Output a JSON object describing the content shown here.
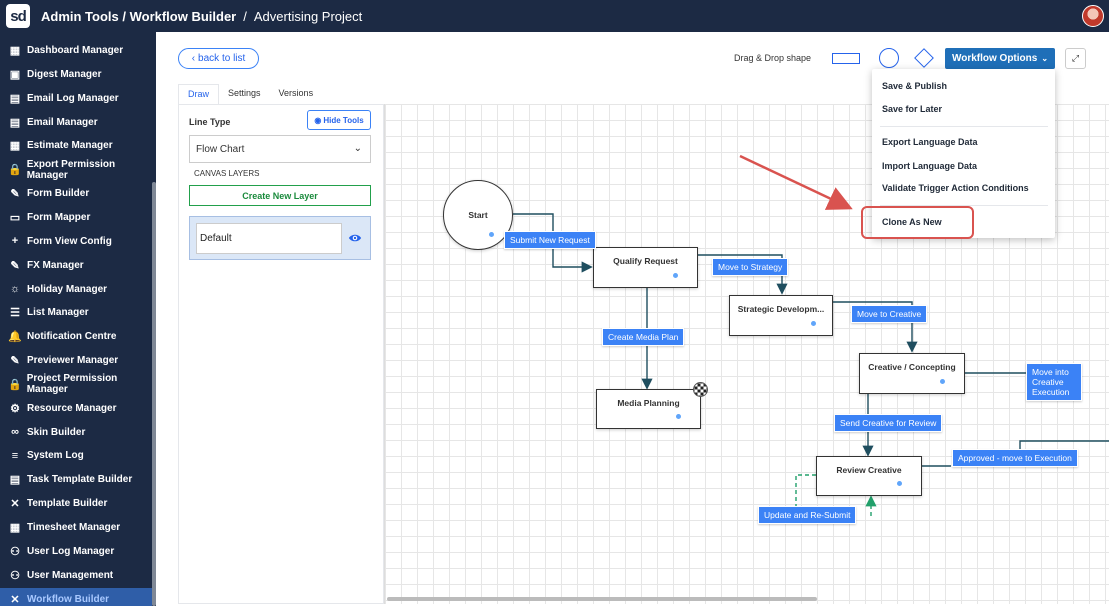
{
  "header": {
    "logo_text": "sd",
    "breadcrumb": "Admin Tools / Workflow Builder",
    "separator": "/",
    "project": "Advertising Project"
  },
  "sidebar": {
    "items": [
      {
        "label": "Dashboard Manager",
        "icon": "dashboard-icon"
      },
      {
        "label": "Digest Manager",
        "icon": "digest-icon"
      },
      {
        "label": "Email Log Manager",
        "icon": "briefcase-icon"
      },
      {
        "label": "Email Manager",
        "icon": "briefcase-icon"
      },
      {
        "label": "Estimate Manager",
        "icon": "calculator-icon"
      },
      {
        "label": "Export Permission Manager",
        "icon": "lock-icon"
      },
      {
        "label": "Form Builder",
        "icon": "edit-icon"
      },
      {
        "label": "Form Mapper",
        "icon": "laptop-icon"
      },
      {
        "label": "Form View Config",
        "icon": "plus-icon"
      },
      {
        "label": "FX Manager",
        "icon": "edit-icon"
      },
      {
        "label": "Holiday Manager",
        "icon": "sun-icon"
      },
      {
        "label": "List Manager",
        "icon": "list-icon"
      },
      {
        "label": "Notification Centre",
        "icon": "bell-icon"
      },
      {
        "label": "Previewer Manager",
        "icon": "edit-icon"
      },
      {
        "label": "Project Permission Manager",
        "icon": "lock-icon"
      },
      {
        "label": "Resource Manager",
        "icon": "users-cog-icon"
      },
      {
        "label": "Skin Builder",
        "icon": "link-icon"
      },
      {
        "label": "System Log",
        "icon": "log-icon"
      },
      {
        "label": "Task Template Builder",
        "icon": "briefcase-icon"
      },
      {
        "label": "Template Builder",
        "icon": "tools-icon"
      },
      {
        "label": "Timesheet Manager",
        "icon": "calendar-icon"
      },
      {
        "label": "User Log Manager",
        "icon": "users-icon"
      },
      {
        "label": "User Management",
        "icon": "users-icon"
      },
      {
        "label": "Workflow Builder",
        "icon": "tools-icon",
        "active": true
      }
    ]
  },
  "toolbar": {
    "back_label": "back to list",
    "drag_drop_label": "Drag & Drop shape",
    "workflow_options_label": "Workflow Options"
  },
  "tabs": [
    "Draw",
    "Settings",
    "Versions"
  ],
  "tools": {
    "line_type_label": "Line Type",
    "hide_tools_label": "Hide Tools",
    "line_type_value": "Flow Chart",
    "canvas_layers_label": "CANVAS LAYERS",
    "create_layer_label": "Create New Layer",
    "layer_name": "Default"
  },
  "canvas": {
    "nodes": {
      "start": "Start",
      "qualify": "Qualify Request",
      "strategic": "Strategic Developm...",
      "media": "Media Planning",
      "creative": "Creative / Concepting",
      "review": "Review Creative"
    },
    "edges": {
      "submit": "Submit New Request",
      "strategy": "Move to Strategy",
      "media_plan": "Create Media Plan",
      "to_creative": "Move to Creative",
      "execution": "Move into Creative Execution",
      "send_review": "Send Creative for Review",
      "approved": "Approved - move to Execution",
      "resubmit": "Update and Re-Submit"
    }
  },
  "menu": {
    "items": [
      "Save & Publish",
      "Save for Later",
      "Export Language Data",
      "Import Language Data",
      "Validate Trigger Action Conditions",
      "Clone As New"
    ]
  },
  "colors": {
    "sidebar_bg": "#1c2a44",
    "accent": "#3b82f6",
    "highlight": "#d9534f"
  }
}
